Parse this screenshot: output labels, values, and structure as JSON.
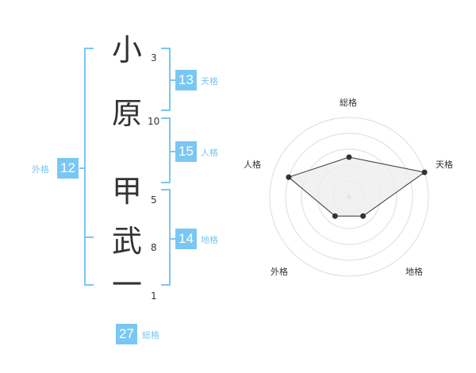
{
  "name_chars": [
    {
      "char": "小",
      "strokes": "3"
    },
    {
      "char": "原",
      "strokes": "10"
    },
    {
      "char": "甲",
      "strokes": "5"
    },
    {
      "char": "武",
      "strokes": "8"
    },
    {
      "char": "一",
      "strokes": "1"
    }
  ],
  "kaku": {
    "tenkaku": {
      "value": "13",
      "label": "天格"
    },
    "jinkaku": {
      "value": "15",
      "label": "人格"
    },
    "chikaku": {
      "value": "14",
      "label": "地格"
    },
    "gaikaku": {
      "value": "12",
      "label": "外格"
    },
    "soukaku": {
      "value": "27",
      "label": "総格"
    }
  },
  "colors": {
    "accent": "#79c7f3",
    "text": "#333333",
    "grid": "#dddddd",
    "radar_fill": "#eeeeee"
  },
  "chart_data": {
    "type": "radar",
    "axes": [
      "総格",
      "天格",
      "地格",
      "外格",
      "人格"
    ],
    "rings": 5,
    "series": [
      {
        "values": [
          2.5,
          5,
          1.5,
          1.5,
          4
        ]
      }
    ]
  }
}
